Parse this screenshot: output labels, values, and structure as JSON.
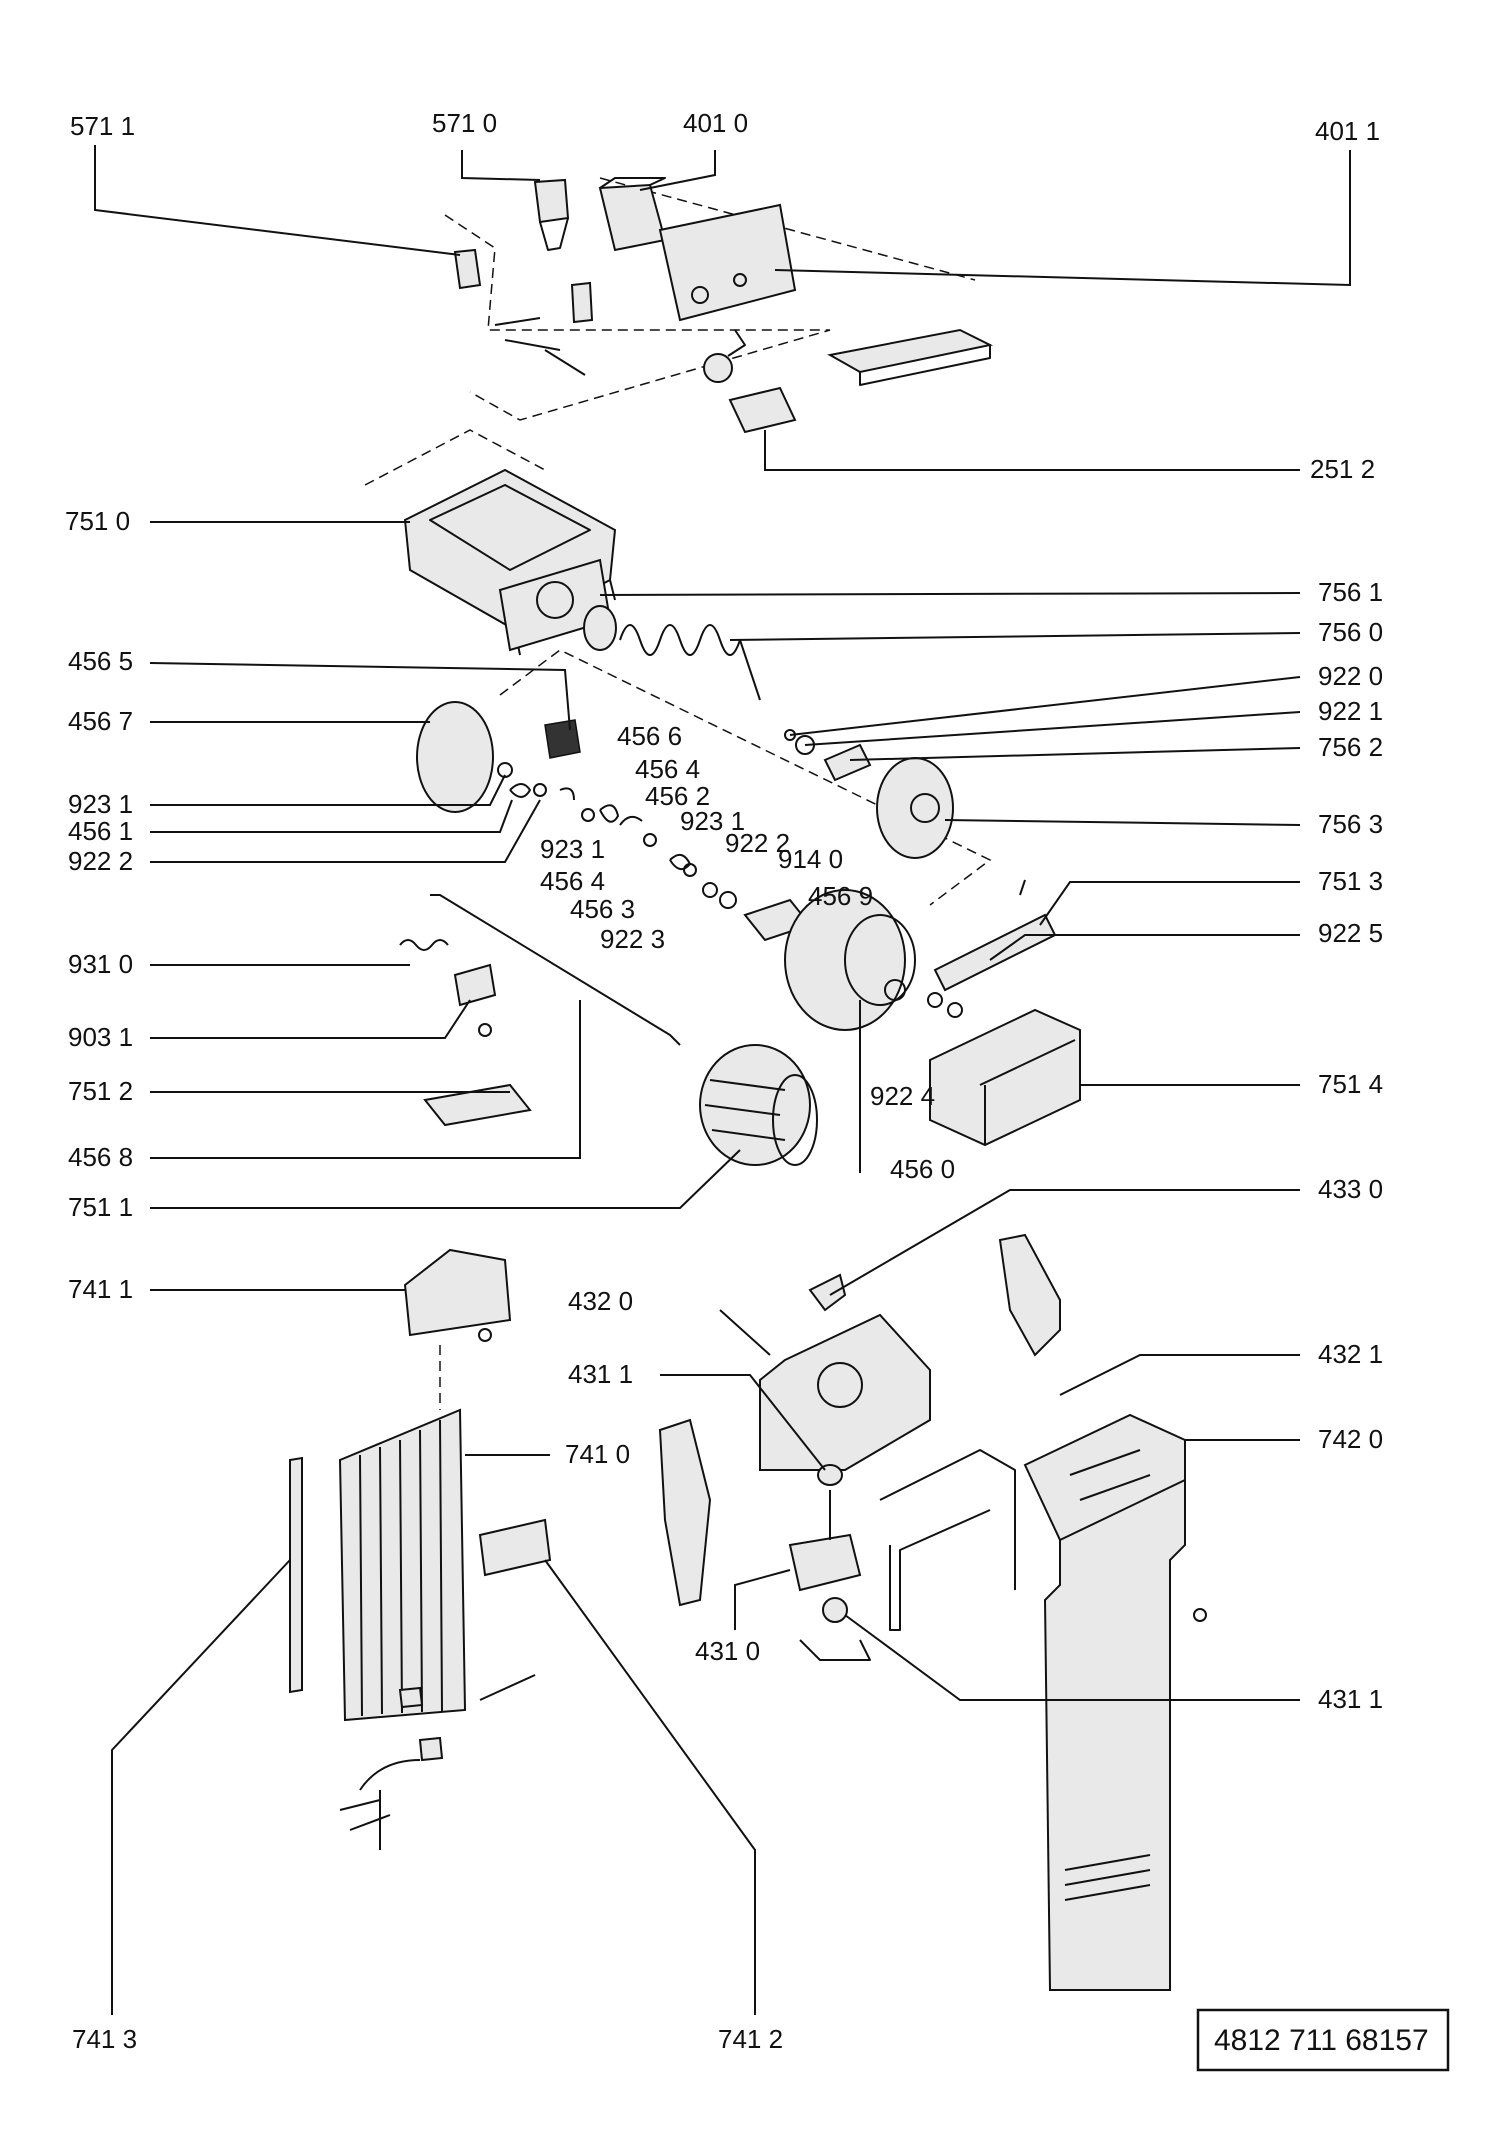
{
  "labels": {
    "l5711_top": "571 1",
    "l5710": "571 0",
    "l4010": "401 0",
    "l4011": "401 1",
    "l2512": "251 2",
    "l7510": "751 0",
    "l7561": "756 1",
    "l7560": "756 0",
    "l4565": "456 5",
    "l9220": "922 0",
    "l4567": "456 7",
    "l4566": "456 6",
    "l9221": "922 1",
    "l7562": "756 2",
    "l4564a": "456 4",
    "l4562": "456 2",
    "l9231a": "923 1",
    "l4561": "456 1",
    "l9231b": "923 1",
    "l9231c": "923 1",
    "l7563": "756 3",
    "l9222a": "922 2",
    "l9222b": "922 2",
    "l4564b": "456 4",
    "l9140": "914 0",
    "l7513": "751 3",
    "l4563": "456 3",
    "l4569": "456 9",
    "l9223": "922 3",
    "l9225": "922 5",
    "l9310": "931 0",
    "l9031": "903 1",
    "l9224": "922 4",
    "l7514": "751 4",
    "l7512": "751 2",
    "l4568": "456 8",
    "l4560": "456 0",
    "l7511": "751 1",
    "l4330": "433 0",
    "l7411": "741 1",
    "l4320": "432 0",
    "l4321": "432 1",
    "l4311a": "431 1",
    "l7420": "742 0",
    "l7410": "741 0",
    "l4310": "431 0",
    "l4311b": "431 1",
    "l7413": "741 3",
    "l7412": "741 2"
  },
  "reference_number": "4812 711 68157"
}
